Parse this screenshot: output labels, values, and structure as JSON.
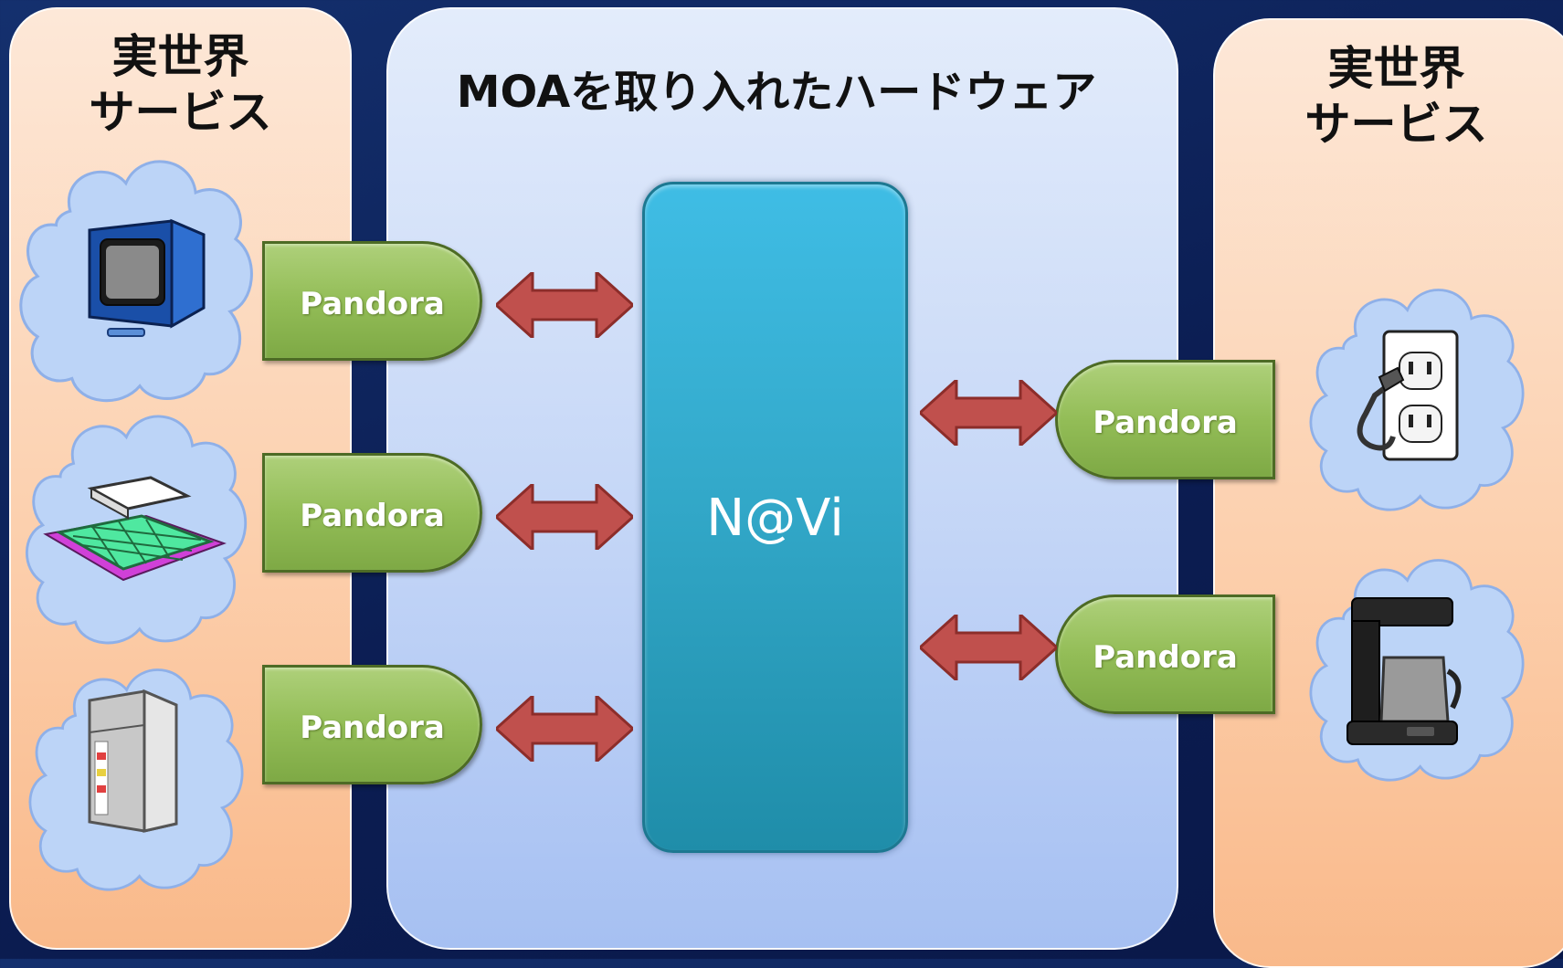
{
  "left_panel": {
    "title_line1": "実世界",
    "title_line2": "サービス"
  },
  "right_panel": {
    "title_line1": "実世界",
    "title_line2": "サービス"
  },
  "center_panel": {
    "title": "MOAを取り入れたハードウェア"
  },
  "navi": {
    "label": "N@Vi"
  },
  "pandora_left": [
    "Pandora",
    "Pandora",
    "Pandora"
  ],
  "pandora_right": [
    "Pandora",
    "Pandora"
  ],
  "devices_left": [
    "tv-icon",
    "kotatsu-icon",
    "refrigerator-icon"
  ],
  "devices_right": [
    "power-outlet-icon",
    "coffee-maker-icon"
  ],
  "colors": {
    "real_world_panel": "#fcd0ae",
    "hardware_panel": "#c7d8f7",
    "navi_block": "#33a9ca",
    "pandora_module": "#93bd57",
    "arrow": "#c0504d",
    "cloud": "#bcd4f7"
  }
}
